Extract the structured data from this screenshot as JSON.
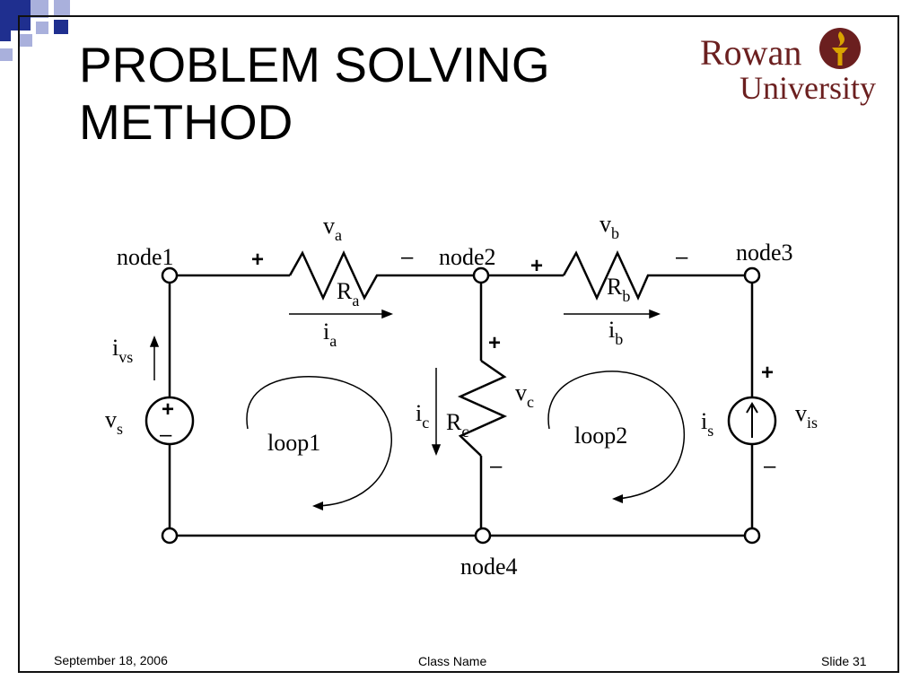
{
  "slide": {
    "title_line1": "PROBLEM SOLVING",
    "title_line2": "METHOD",
    "logo": {
      "word1": "Rowan",
      "word2": "University",
      "color": "#6b1f1f",
      "torch_color": "#d9a300"
    },
    "accent_colors": [
      "#1f2f8f",
      "#a9b0dc"
    ]
  },
  "circuit": {
    "nodes": {
      "node1": "node1",
      "node2": "node2",
      "node3": "node3",
      "node4": "node4"
    },
    "resistors": {
      "Ra": {
        "main": "R",
        "sub": "a"
      },
      "Rb": {
        "main": "R",
        "sub": "b"
      },
      "Rc": {
        "main": "R",
        "sub": "c"
      }
    },
    "voltages": {
      "va": {
        "main": "v",
        "sub": "a"
      },
      "vb": {
        "main": "v",
        "sub": "b"
      },
      "vc": {
        "main": "v",
        "sub": "c"
      },
      "vs": {
        "main": "v",
        "sub": "s"
      },
      "vis": {
        "main": "v",
        "sub": "is"
      }
    },
    "currents": {
      "ia": {
        "main": "i",
        "sub": "a"
      },
      "ib": {
        "main": "i",
        "sub": "b"
      },
      "ic": {
        "main": "i",
        "sub": "c"
      },
      "ivs": {
        "main": "i",
        "sub": "vs"
      },
      "is": {
        "main": "i",
        "sub": "s"
      }
    },
    "loops": {
      "loop1": "loop1",
      "loop2": "loop2"
    },
    "plus": "+",
    "minus": "–"
  },
  "footer": {
    "date": "September 18, 2006",
    "class_name": "Class Name",
    "slide_number": "Slide 31"
  }
}
